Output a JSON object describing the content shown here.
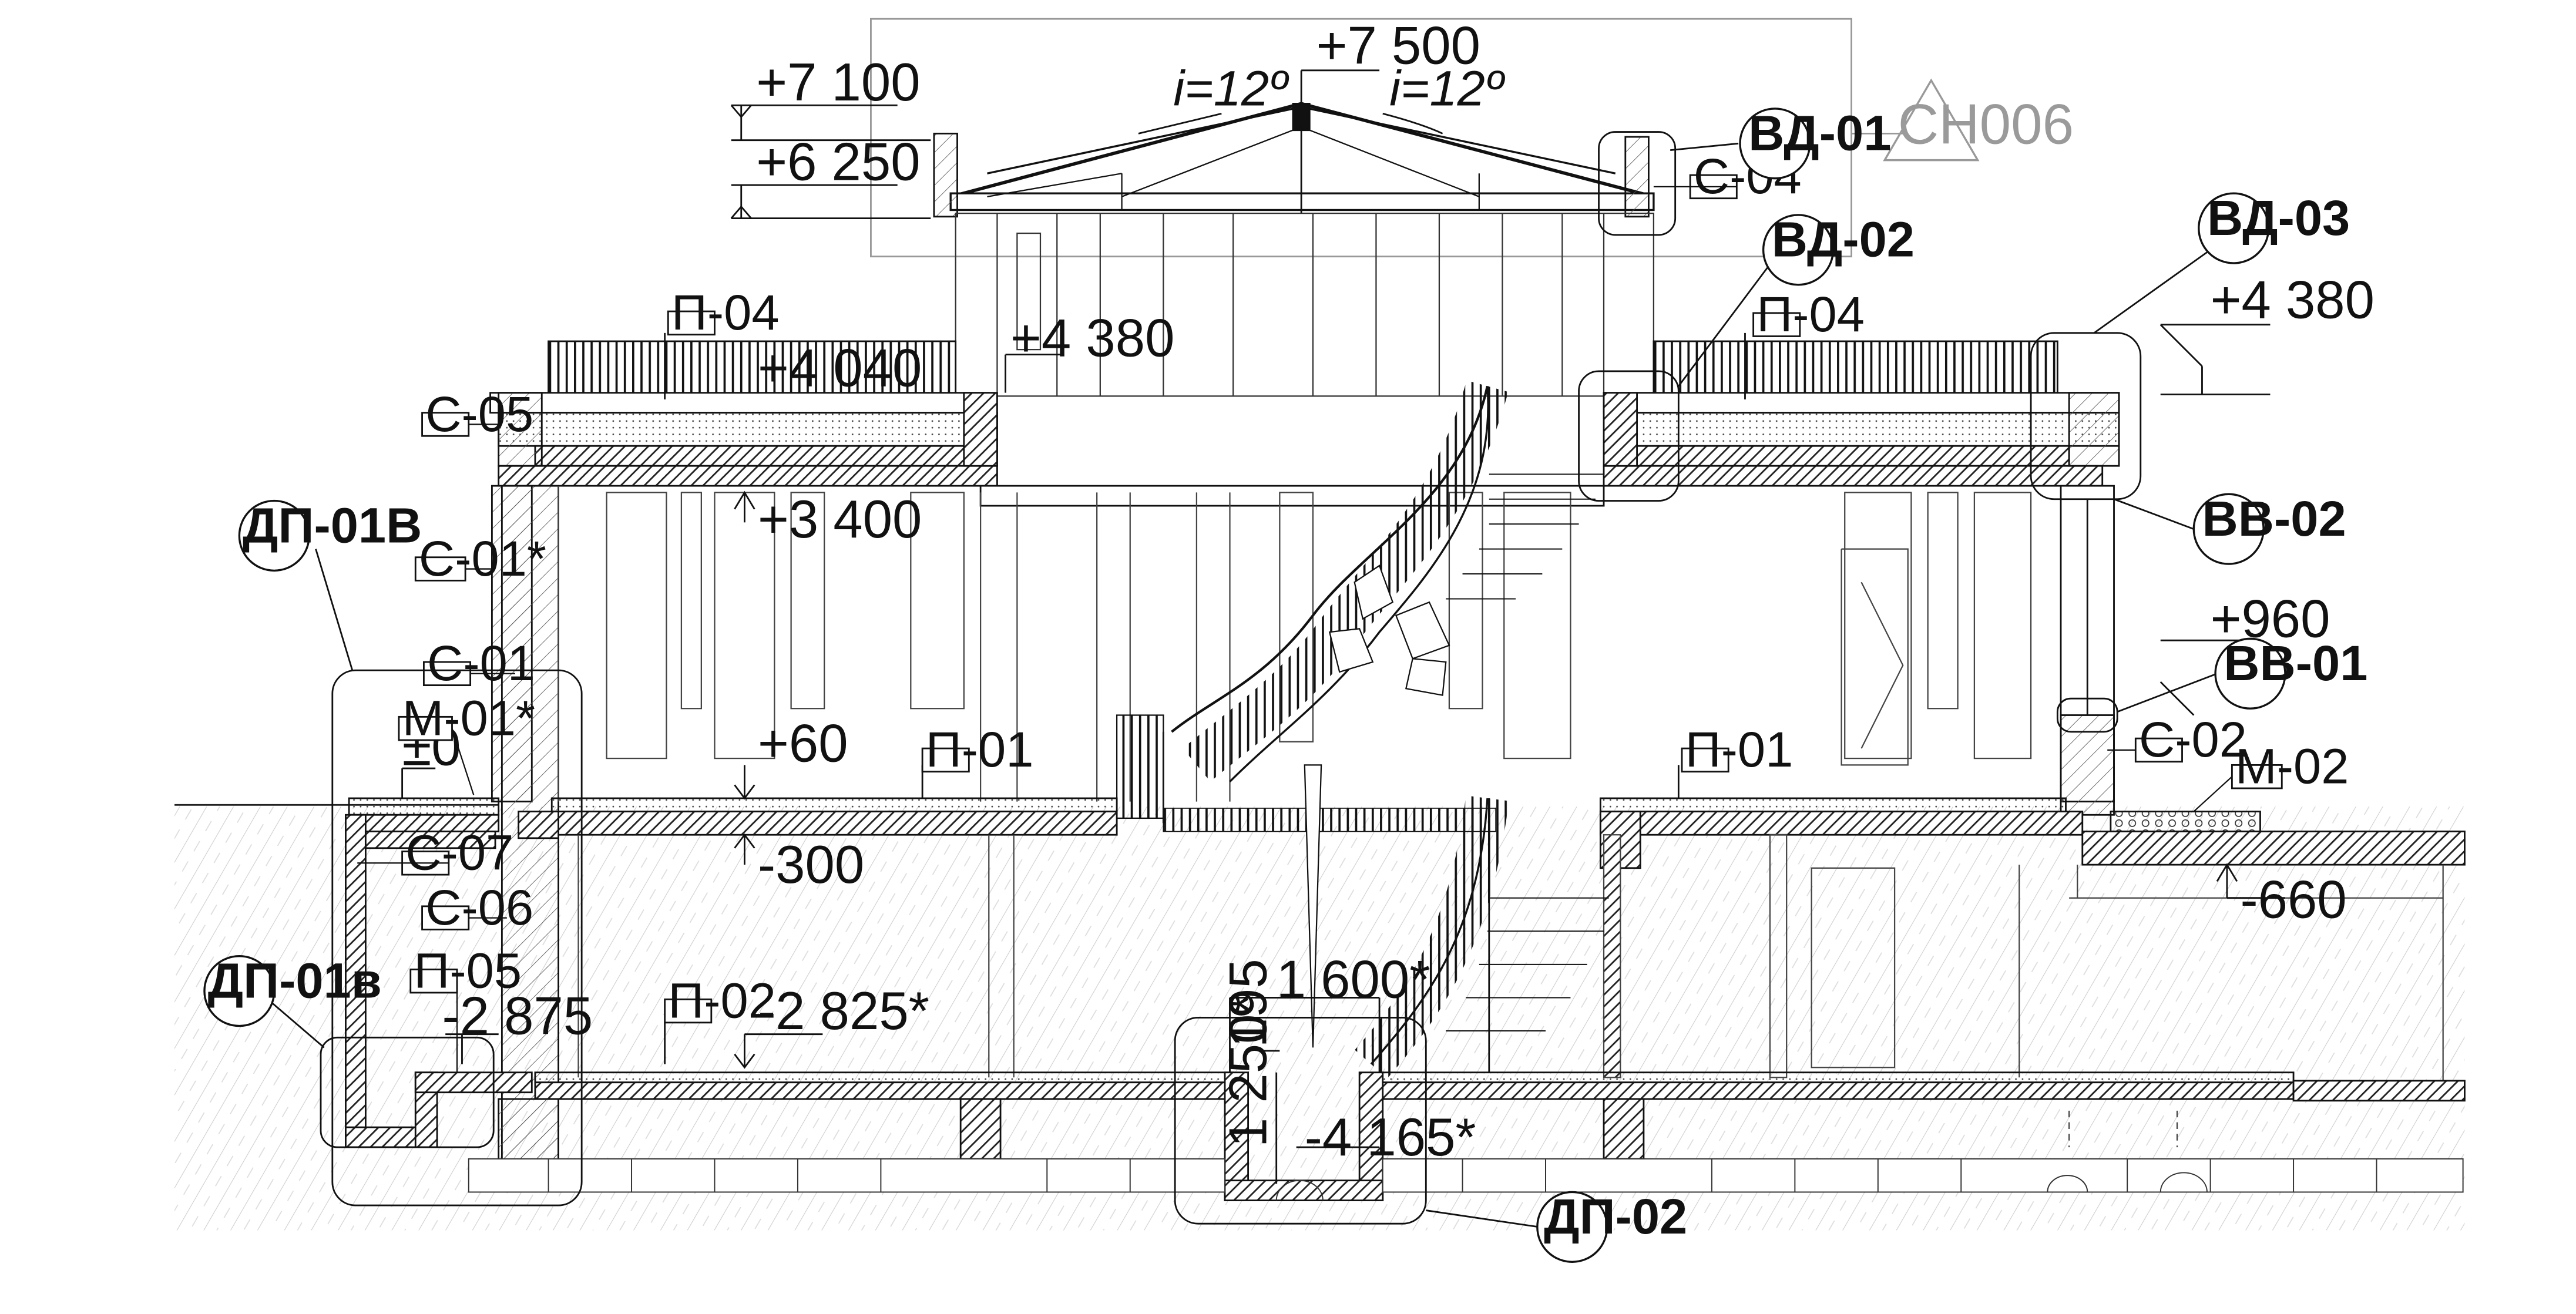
{
  "levels": {
    "ridge": "+7 500",
    "eave_top": "+7 100",
    "eave_bottom": "+6 250",
    "parapet": "+4 380",
    "parapet_left": "+4 380",
    "roof_top": "+4 040",
    "ceiling": "+3 400",
    "terrace": "+960",
    "floor_1": "+60",
    "ground": "±0",
    "under_floor": "-300",
    "outside": "-660",
    "basement_floor": "-2 825*",
    "basement_low": "-2 875",
    "pit_bottom": "-4 165*"
  },
  "slopes": {
    "left": "i=12º",
    "right": "i=12º"
  },
  "dimensions": {
    "pit_width": "1 600*",
    "pit_step": "195",
    "pit_depth": "1 250*"
  },
  "tags": {
    "p04_left": "П-04",
    "p04_right": "П-04",
    "c04": "С-04",
    "c05": "С-05",
    "c01s": "С-01*",
    "c01": "С-01",
    "m01s": "М-01*",
    "c07": "С-07",
    "c06": "С-06",
    "p05": "П-05",
    "p02": "П-02",
    "p01_left": "П-01",
    "p01_right": "П-01",
    "c02": "С-02",
    "m02": "М-02"
  },
  "callouts": {
    "vd01": "ВД-01",
    "vd02": "ВД-02",
    "vd03": "ВД-03",
    "vv02": "ВВ-02",
    "vv01": "ВВ-01",
    "dp01v_upper": "ДП-01В",
    "dp01v_lower": "ДП-01в",
    "dp02": "ДП-02"
  },
  "section_mark": "СН006"
}
